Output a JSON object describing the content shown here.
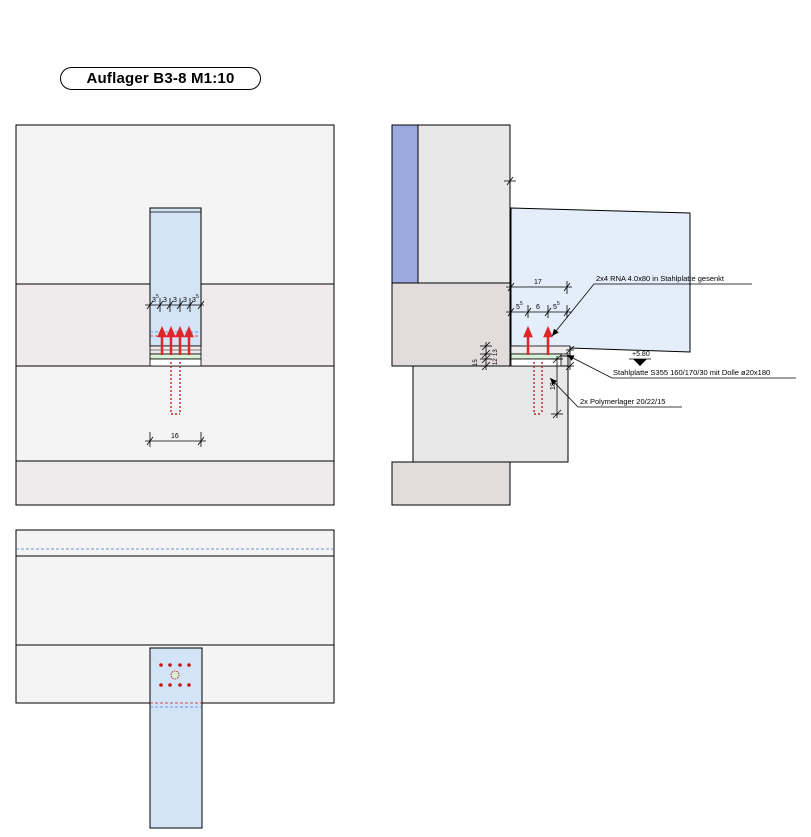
{
  "title": "Auflager B3-8  M1:10",
  "colors": {
    "wall_light": "#f4f4f4",
    "slab_band": "#efeaeb",
    "beam_blue": "#d4e4f7",
    "beam_blue_light": "#e3eefa",
    "insulation": "#9aaae0",
    "wall_grey": "#e8e8e8",
    "slab_grey": "#e2dcdd",
    "dowel_red": "#e0262a",
    "bearing_green": "#d8f0d8",
    "dash_blue": "#4a7ad0",
    "dash_red": "#c02020"
  },
  "front_view": {
    "dim_width": "16",
    "dim_spacing_a": "3",
    "dim_spacing_a_sup": "5",
    "dim_spacing_b": "3",
    "dim_spacing_c": "3",
    "dim_spacing_d": "3",
    "dim_spacing_e": "3",
    "dim_spacing_e_sup": "5"
  },
  "section_view": {
    "dim_17": "17",
    "dim_55_a": "5",
    "dim_55_a_sup": "5",
    "dim_6": "6",
    "dim_55_b": "5",
    "dim_55_b_sup": "5",
    "dim_18": "18",
    "dim_13": "13",
    "dim_15": "15",
    "dim_12": "12",
    "level": "+5.80",
    "label_rna": "2x4 RNA 4.0x80 in Stahlplatte gesenkt",
    "label_plate": "Stahlplatte S355 160/170/30 mit Dolle ø20x180",
    "label_bearing": "2x Polymerlager 20/22/15"
  },
  "icons": {
    "level_marker": "level-triangle-icon",
    "arrow": "leader-arrow-icon"
  }
}
